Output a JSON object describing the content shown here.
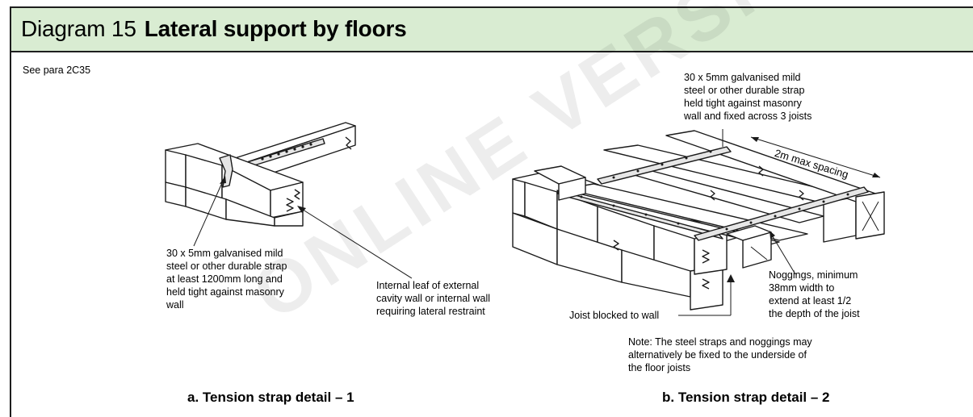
{
  "header": {
    "diagram_number": "Diagram 15",
    "diagram_title": "Lateral support by floors"
  },
  "reference": "See para 2C35",
  "watermark": "ONLINE VERSION",
  "detail_1": {
    "caption": "a. Tension strap detail – 1",
    "strap_label": [
      "30 x 5mm galvanised mild",
      "steel or other durable strap",
      "at least 1200mm long and",
      "held tight against masonry",
      "wall"
    ],
    "wall_label": [
      "Internal leaf of external",
      "cavity wall or internal wall",
      "requiring lateral restraint"
    ]
  },
  "detail_2": {
    "caption": "b. Tension strap detail – 2",
    "strap_label": [
      "30 x 5mm galvanised mild",
      "steel or other durable strap",
      "held tight against masonry",
      "wall and fixed across 3 joists"
    ],
    "spacing_label": "2m max spacing",
    "noggings_label": [
      "Noggings, minimum",
      "38mm width to",
      "extend at least 1/2",
      "the depth of the joist"
    ],
    "blocked_label": "Joist blocked to wall",
    "note": [
      "Note: The steel straps and noggings may",
      "alternatively be fixed to the underside of",
      "the floor joists"
    ]
  }
}
